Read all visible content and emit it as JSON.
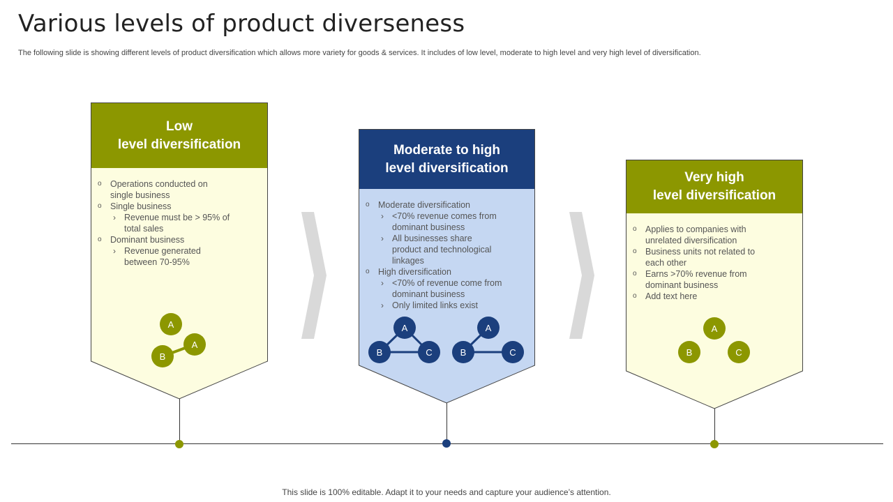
{
  "title": "Various levels of product diverseness",
  "subtitle": "The following slide is showing different levels of product diversification which allows more variety for goods & services. It includes of low level, moderate to high level and very  high level of diversification.",
  "footer": "This slide is 100% editable. Adapt it to your needs and capture your audience’s attention.",
  "colors": {
    "olive": "#8c9700",
    "navy": "#1b3f7d",
    "light_yellow": "#fdfde0",
    "light_blue": "#c5d7f2",
    "chevron": "#d9d9d9"
  },
  "cards": [
    {
      "header_line1": "Low",
      "header_line2": "level diversification",
      "bullets": [
        {
          "level": 1,
          "text": "Operations conducted on"
        },
        {
          "level": 1,
          "text": "single business",
          "cont": true
        },
        {
          "level": 1,
          "text": "Single business"
        },
        {
          "level": 2,
          "text": "Revenue  must be > 95% of"
        },
        {
          "level": 2,
          "text": "total sales",
          "cont": true
        },
        {
          "level": 1,
          "text": "Dominant business"
        },
        {
          "level": 2,
          "text": " Revenue  generated"
        },
        {
          "level": 2,
          "text": "between  70-95%",
          "cont": true
        }
      ],
      "nodes": [
        "A",
        "A",
        "B"
      ]
    },
    {
      "header_line1": "Moderate to high",
      "header_line2": "level diversification",
      "bullets": [
        {
          "level": 1,
          "text": " Moderate  diversification"
        },
        {
          "level": 2,
          "text": "<70% revenue  comes from"
        },
        {
          "level": 2,
          "text": "dominant business",
          "cont": true
        },
        {
          "level": 2,
          "text": " All businesses share"
        },
        {
          "level": 2,
          "text": "product and technological",
          "cont": true
        },
        {
          "level": 2,
          "text": "linkages",
          "cont": true
        },
        {
          "level": 1,
          "text": "  High diversification"
        },
        {
          "level": 2,
          "text": "<70% of revenue  come from"
        },
        {
          "level": 2,
          "text": "dominant business",
          "cont": true
        },
        {
          "level": 2,
          "text": "Only limited links exist"
        }
      ],
      "nodes": [
        "A",
        "B",
        "C",
        "A",
        "B",
        "C"
      ]
    },
    {
      "header_line1": "Very high",
      "header_line2": "level diversification",
      "bullets": [
        {
          "level": 1,
          "text": "Applies to companies with"
        },
        {
          "level": 1,
          "text": "unrelated  diversification",
          "cont": true
        },
        {
          "level": 1,
          "text": "Business units not related to"
        },
        {
          "level": 1,
          "text": "each other",
          "cont": true
        },
        {
          "level": 1,
          "text": "Earns >70% revenue  from"
        },
        {
          "level": 1,
          "text": "dominant business",
          "cont": true
        },
        {
          "level": 1,
          "text": "Add text here"
        }
      ],
      "nodes": [
        "A",
        "B",
        "C"
      ]
    }
  ]
}
